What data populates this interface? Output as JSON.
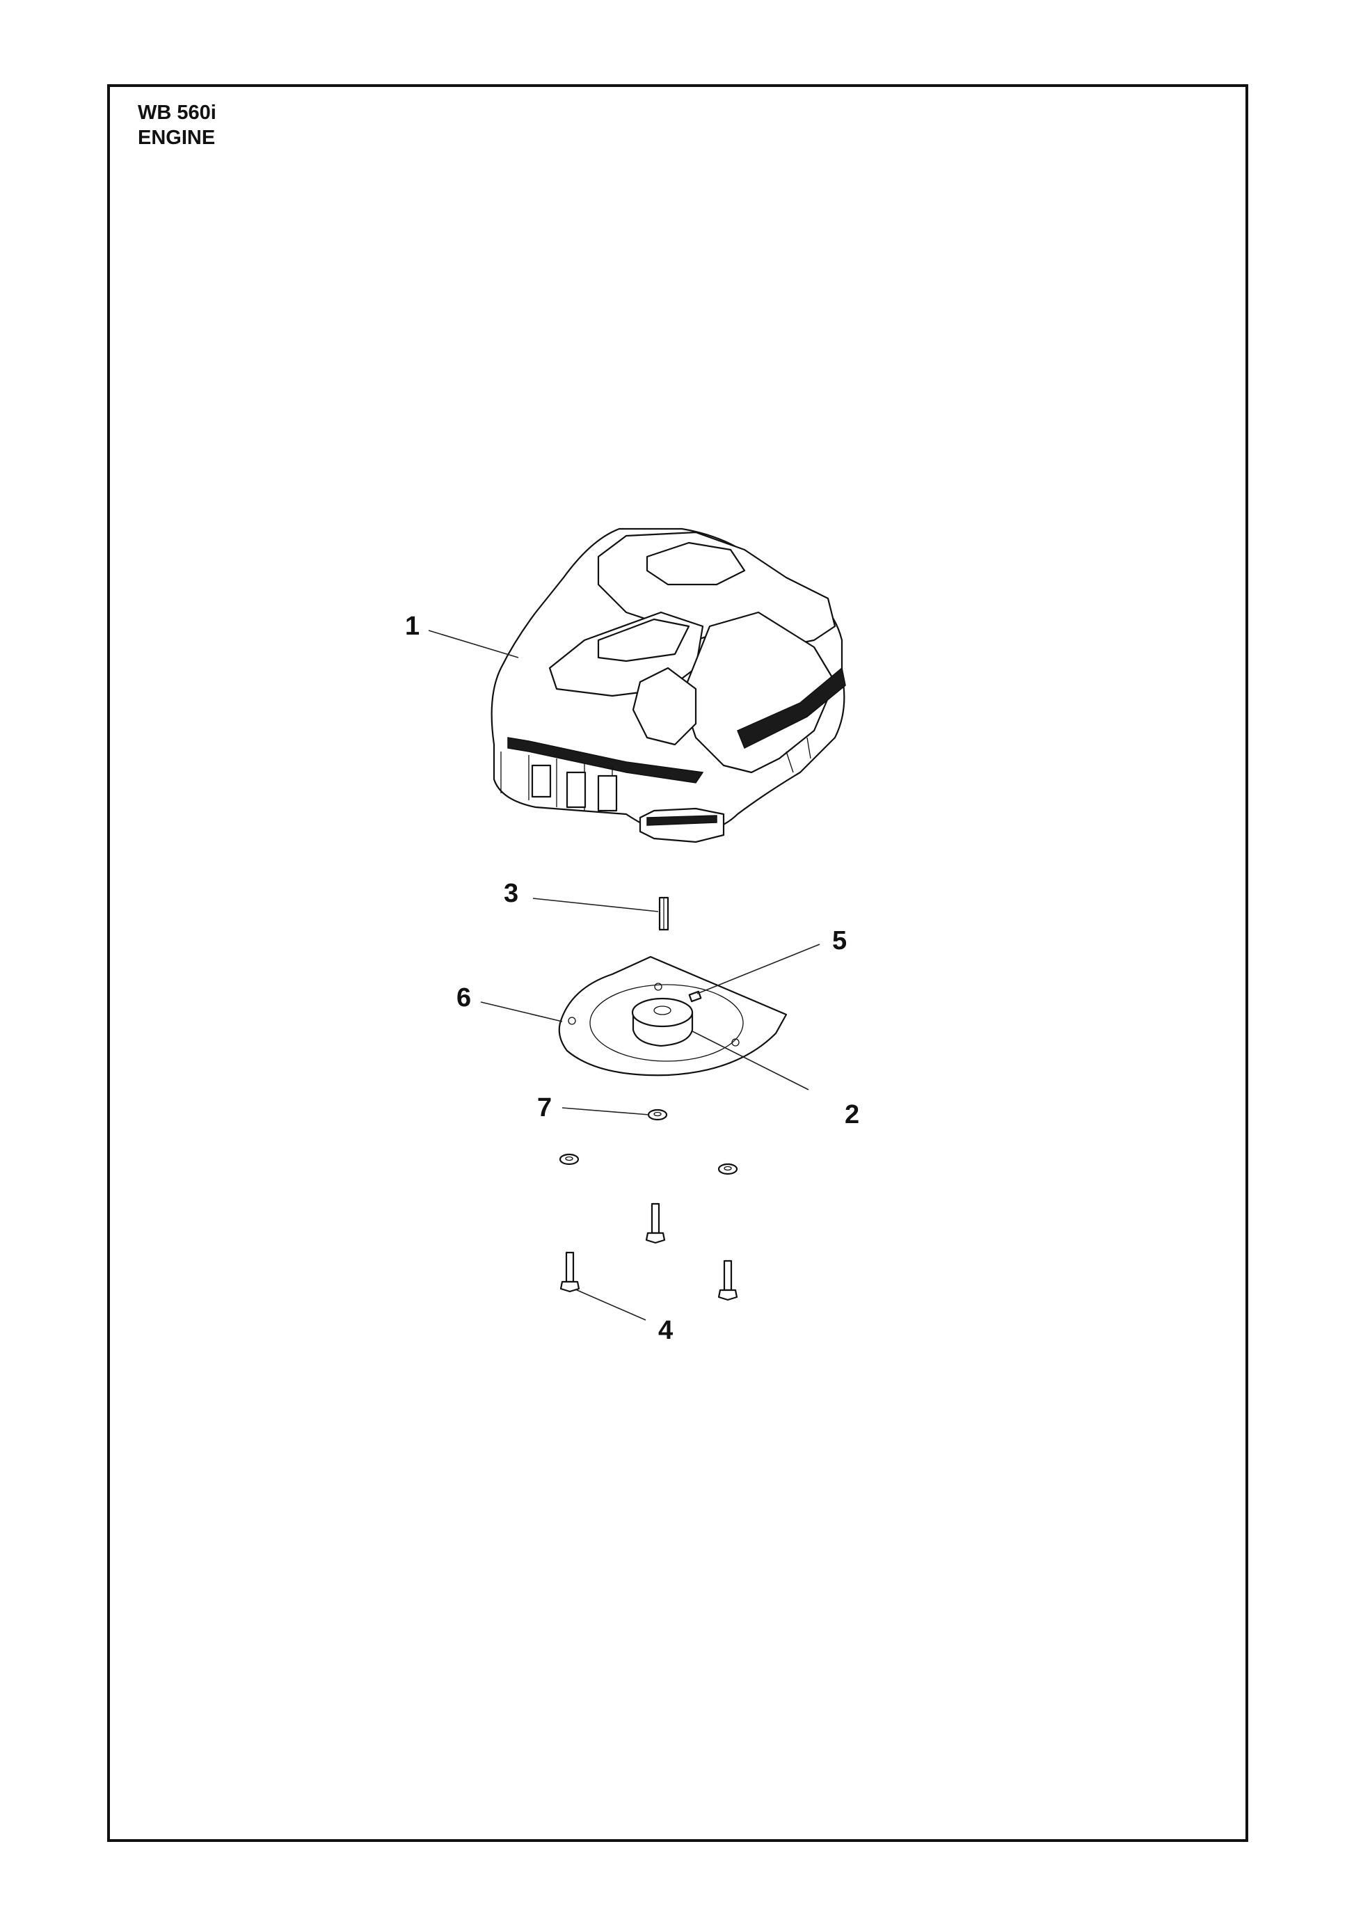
{
  "header": {
    "model": "WB 560i",
    "section": "ENGINE"
  },
  "callouts": [
    {
      "id": "1",
      "label": "1"
    },
    {
      "id": "2",
      "label": "2"
    },
    {
      "id": "3",
      "label": "3"
    },
    {
      "id": "4",
      "label": "4"
    },
    {
      "id": "5",
      "label": "5"
    },
    {
      "id": "6",
      "label": "6"
    },
    {
      "id": "7",
      "label": "7"
    }
  ]
}
